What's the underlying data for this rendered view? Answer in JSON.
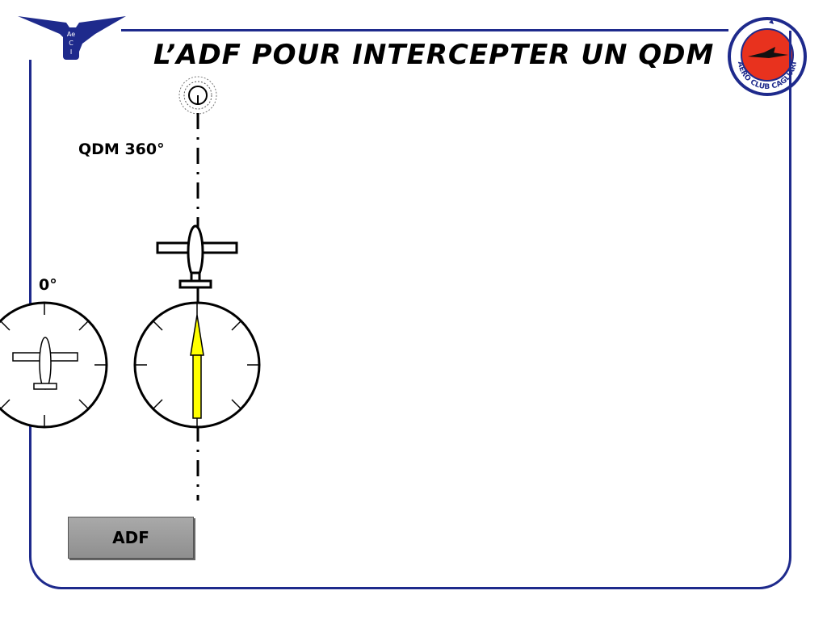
{
  "slide": {
    "title": "L’ADF POUR INTERCEPTER UN QDM",
    "qdm_label": "QDM 360°",
    "heading_label": "0°",
    "adf_button": "ADF"
  },
  "logos": {
    "left_text": [
      "Ae",
      "C",
      "I"
    ],
    "right_text": "AERO CLUB CAGLIARI"
  },
  "colors": {
    "frame": "#1e2a8c",
    "needle": "#ffff00",
    "logo_red": "#e8321e",
    "logo_blue": "#1e2a8c"
  }
}
